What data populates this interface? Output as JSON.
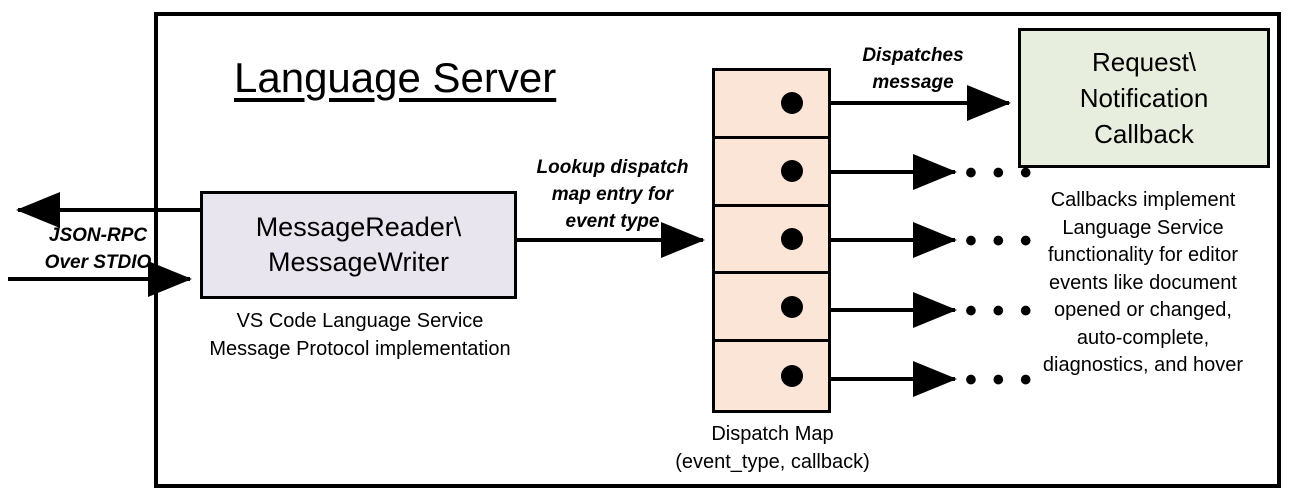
{
  "diagram": {
    "title": "Language Server",
    "left_io": {
      "label_line1": "JSON-RPC",
      "label_line2": "Over STDIO",
      "outgoing_arrow": "arrow-left-out",
      "incoming_arrow": "arrow-right-in"
    },
    "message_box": {
      "line1": "MessageReader\\",
      "line2": "MessageWriter",
      "caption_line1": "VS Code Language Service",
      "caption_line2": "Message Protocol implementation",
      "fill": "#e9e5ef"
    },
    "lookup_edge": {
      "label_line1": "Lookup dispatch",
      "label_line2": "map entry for",
      "label_line3": "event type"
    },
    "dispatch_map": {
      "caption_line1": "Dispatch Map",
      "caption_line2": "(event_type, callback)",
      "fill": "#fae5d7",
      "rows": [
        {
          "index": 1,
          "marker": "dot"
        },
        {
          "index": 2,
          "marker": "dot"
        },
        {
          "index": 3,
          "marker": "dot"
        },
        {
          "index": 4,
          "marker": "dot"
        },
        {
          "index": 5,
          "marker": "dot"
        }
      ]
    },
    "dispatch_edge": {
      "label_line1": "Dispatches",
      "label_line2": "message"
    },
    "callback_box": {
      "line1": "Request\\",
      "line2": "Notification",
      "line3": "Callback",
      "fill": "#e7eede",
      "caption": "Callbacks implement Language Service functionality for editor events like document opened or changed, auto-complete, diagnostics, and hover",
      "caption_lines": [
        "Callbacks implement",
        "Language Service",
        "functionality for editor",
        "events like document",
        "opened or changed,",
        "auto-complete,",
        "diagnostics, and hover"
      ]
    },
    "ellipses": {
      "row2": "• • •",
      "row3": "• • •",
      "row4": "• • •",
      "row5": "• • •"
    },
    "colors": {
      "stroke": "#000000",
      "background": "#ffffff",
      "message_box_fill": "#e9e5ef",
      "dispatch_map_fill": "#fae5d7",
      "callback_fill": "#e7eede"
    }
  }
}
